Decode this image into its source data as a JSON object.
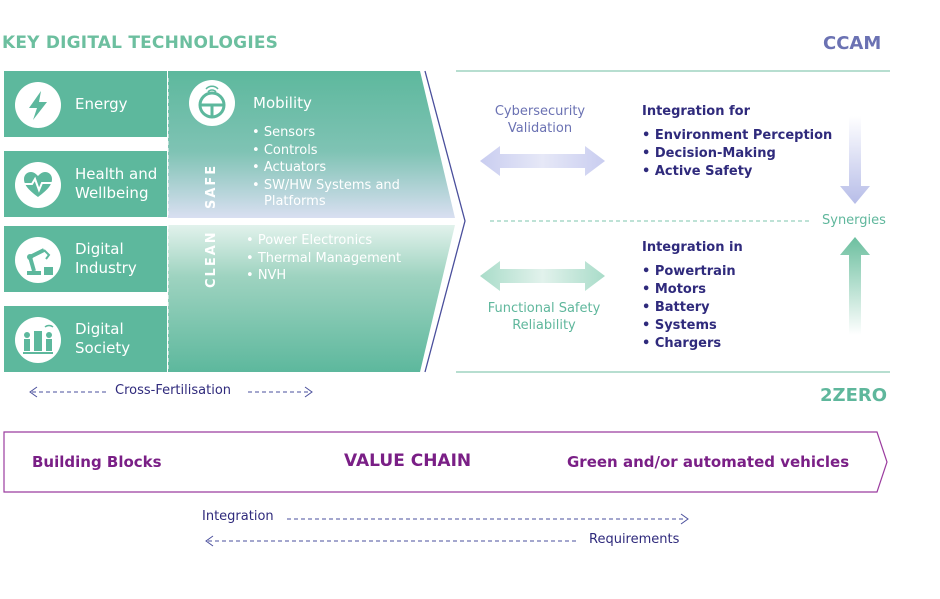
{
  "header": {
    "key_digital_technologies": "KEY DIGITAL TECHNOLOGIES",
    "ccam": "CCAM",
    "zero": "2ZERO"
  },
  "tiles": [
    {
      "label": "Energy",
      "icon": "lightning-icon"
    },
    {
      "label": "Health and\nWellbeing",
      "icon": "heart-pulse-icon"
    },
    {
      "label": "Digital\nIndustry",
      "icon": "robot-arm-icon"
    },
    {
      "label": "Digital\nSociety",
      "icon": "people-city-icon"
    }
  ],
  "mobility": {
    "title": "Mobility",
    "icon": "steering-wheel-icon",
    "safe_label": "SAFE",
    "clean_label": "CLEAN",
    "safe_items": [
      "Sensors",
      "Controls",
      "Actuators",
      "SW/HW Systems and",
      "Platforms"
    ],
    "clean_items": [
      "Power Electronics",
      "Thermal Management",
      "NVH"
    ]
  },
  "cross_fertilisation": "Cross-Fertilisation",
  "ccam_side": {
    "arrow_label_line1": "Cybersecurity",
    "arrow_label_line2": "Validation",
    "heading": "Integration for",
    "items": [
      "Environment Perception",
      "Decision-Making",
      "Active Safety"
    ]
  },
  "zero_side": {
    "arrow_label_line1": "Functional Safety",
    "arrow_label_line2": "Reliability",
    "heading": "Integration in",
    "items": [
      "Powertrain",
      "Motors",
      "Battery",
      "Systems",
      "Chargers"
    ]
  },
  "synergies": "Synergies",
  "value_chain": {
    "left": "Building Blocks",
    "center": "VALUE CHAIN",
    "right": "Green and/or automated vehicles"
  },
  "bottom": {
    "integration": "Integration",
    "requirements": "Requirements"
  },
  "colors": {
    "green": "#5db89d",
    "navy": "#2f2a7c",
    "purple": "#7a1f86",
    "lavender": "#6b72b3"
  }
}
